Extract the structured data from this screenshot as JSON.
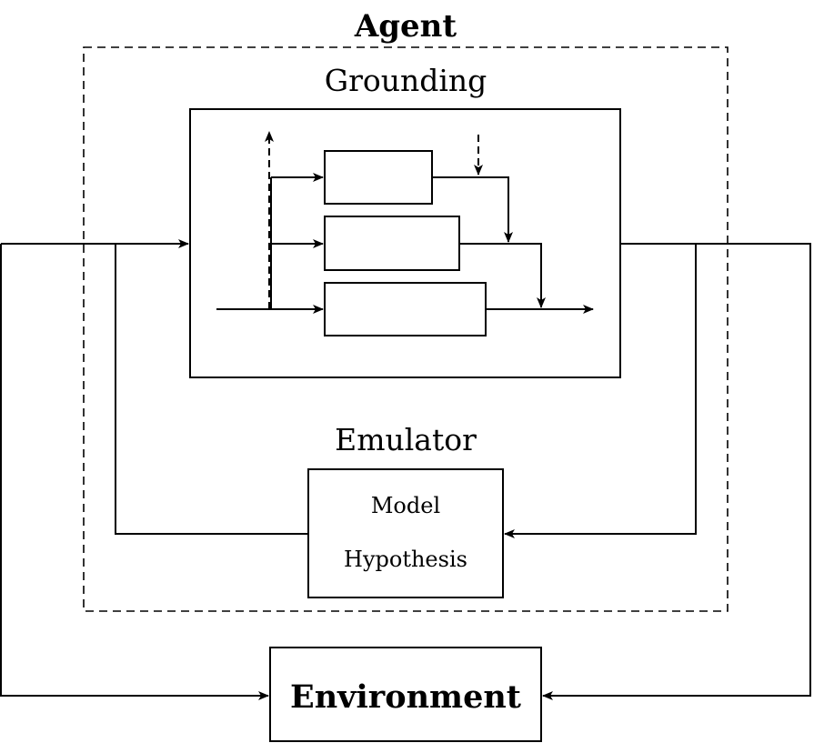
{
  "diagram": {
    "agent_label": "Agent",
    "grounding_label": "Grounding",
    "emulator_label": "Emulator",
    "model_label": "Model",
    "hypothesis_label": "Hypothesis",
    "environment_label": "Environment"
  }
}
